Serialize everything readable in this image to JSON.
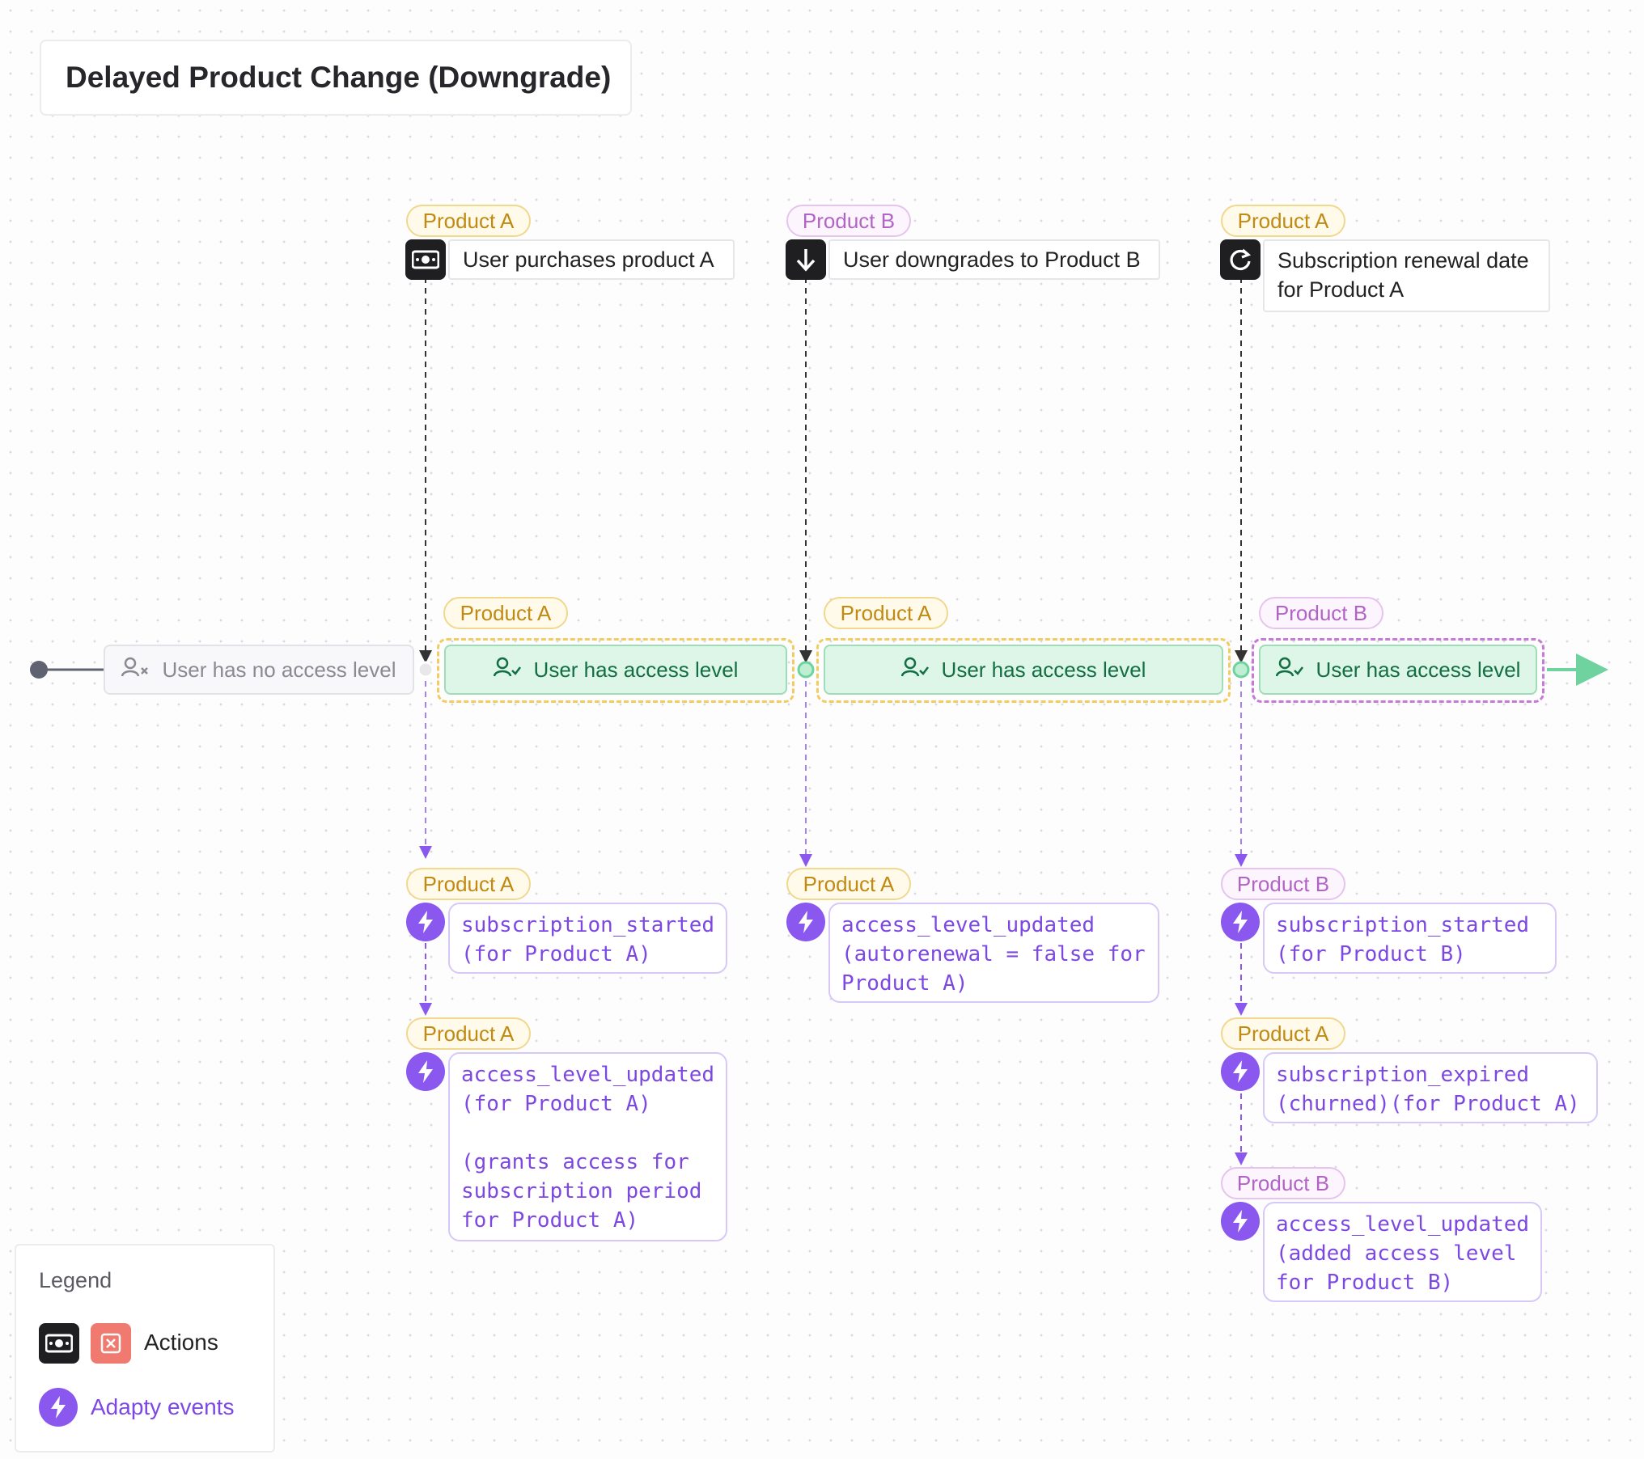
{
  "title": "Delayed Product Change (Downgrade)",
  "actions": [
    {
      "tag": "Product A",
      "tag_type": "a",
      "icon": "money-icon",
      "label": "User purchases product A"
    },
    {
      "tag": "Product B",
      "tag_type": "b",
      "icon": "arrow-down-icon",
      "label": "User downgrades to Product B"
    },
    {
      "tag": "Product A",
      "tag_type": "a",
      "icon": "refresh-icon",
      "label": "Subscription renewal date\nfor Product A"
    }
  ],
  "states": {
    "start_label": "User has no access level",
    "segments": [
      {
        "tag": "Product A",
        "label": "User has access level"
      },
      {
        "tag": "Product A",
        "label": "User has access level"
      },
      {
        "tag": "Product B",
        "label": "User has access level"
      }
    ]
  },
  "events": {
    "col1": [
      {
        "tag": "Product A",
        "text": "subscription_started\n(for Product A)"
      },
      {
        "tag": "Product A",
        "text": "access_level_updated\n(for Product A)\n\n(grants access for\nsubscription period\nfor Product A)"
      }
    ],
    "col2": [
      {
        "tag": "Product A",
        "text": "access_level_updated\n(autorenewal = false for\nProduct A)"
      }
    ],
    "col3": [
      {
        "tag": "Product B",
        "text": "subscription_started\n(for Product B)"
      },
      {
        "tag": "Product A",
        "text": "subscription_expired\n(churned)(for Product A)"
      },
      {
        "tag": "Product B",
        "text": "access_level_updated\n(added access level\nfor Product B)"
      }
    ]
  },
  "legend": {
    "title": "Legend",
    "actions_label": "Actions",
    "events_label": "Adapty events"
  },
  "colors": {
    "product_a": "#f2cc62",
    "product_b": "#c47ad6",
    "event_purple": "#8a57ef",
    "access_green": "#6fd3a0"
  }
}
